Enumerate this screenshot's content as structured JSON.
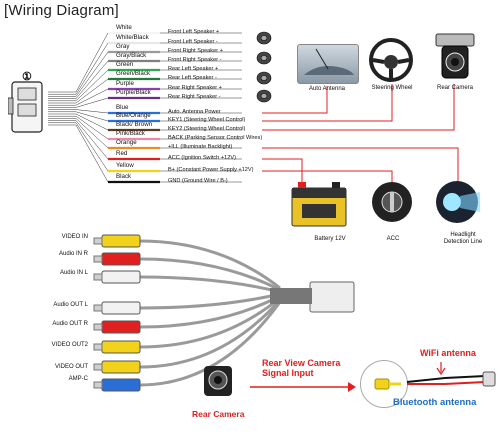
{
  "title": "[Wiring Diagram]",
  "connector_number": "①",
  "wires": [
    {
      "color_label": "White",
      "function": "Front Left Speaker +",
      "hex": "#f4f4f4"
    },
    {
      "color_label": "White/Black",
      "function": "Front Left Speaker -",
      "hex": "#e8e8e8"
    },
    {
      "color_label": "Gray",
      "function": "Front Right Speaker +",
      "hex": "#9b9b9b"
    },
    {
      "color_label": "Gray/Black",
      "function": "Front Right Speaker -",
      "hex": "#808080"
    },
    {
      "color_label": "Green",
      "function": "Rear Left Speaker +",
      "hex": "#2fa84f"
    },
    {
      "color_label": "Green/Black",
      "function": "Rear Left Speaker -",
      "hex": "#237a3a"
    },
    {
      "color_label": "Purple",
      "function": "Rear Right Speaker +",
      "hex": "#8a3fb5"
    },
    {
      "color_label": "Purple/Black",
      "function": "Rear Right Speaker -",
      "hex": "#6a2d8c"
    },
    {
      "color_label": "Blue",
      "function": "Auto. Antenna Power",
      "hex": "#2a6fd6"
    },
    {
      "color_label": "Blue/Orange",
      "function": "KEY1 (Steering Wheel Control)",
      "hex": "#2a6fd6"
    },
    {
      "color_label": "Black/ Brown",
      "function": "KEY2 (Steering Wheel Control)",
      "hex": "#5a3b22"
    },
    {
      "color_label": "Pink/Black",
      "function": "BACK (Parking Sensor Control Wires)",
      "hex": "#e88aa8"
    },
    {
      "color_label": "Orange",
      "function": "+ILL (Illuminate Backlight)",
      "hex": "#f08a1c"
    },
    {
      "color_label": "Red",
      "function": "ACC (Ignition Switch +12V)",
      "hex": "#e01f1f"
    },
    {
      "color_label": "Yellow",
      "function": "B+ (Constant Power Supply +12V)",
      "hex": "#f2d21b"
    },
    {
      "color_label": "Black",
      "function": "GND (Ground Wire / B-)",
      "hex": "#111111"
    }
  ],
  "devices": {
    "auto_antenna": "Auto Antenna",
    "steering_wheel": "Steering Wheel",
    "rear_camera_top": "Rear Camera",
    "battery": "Battery 12V",
    "acc": "ACC",
    "headlight": "Headlight\nDetection Line"
  },
  "rca_labels": [
    {
      "text": "VIDEO IN",
      "color": "yellow"
    },
    {
      "text": "Audio IN R",
      "color": "red"
    },
    {
      "text": "Audio IN L",
      "color": "white"
    },
    {
      "text": "Audio OUT L",
      "color": "white"
    },
    {
      "text": "Audio OUT R",
      "color": "red"
    },
    {
      "text": "VIDEO OUT2",
      "color": "yellow"
    },
    {
      "text": "VIDEO OUT",
      "color": "yellow"
    },
    {
      "text": "AMP-C",
      "color": "blue"
    }
  ],
  "bottom": {
    "rear_view_title": "Rear View Camera\nSignal Input",
    "rear_camera": "Rear Camera",
    "wifi": "WiFi antenna",
    "bluetooth": "Bluetooth antenna"
  },
  "accent_colors": {
    "red": "#e01f1f",
    "blue": "#1f6dc4"
  }
}
